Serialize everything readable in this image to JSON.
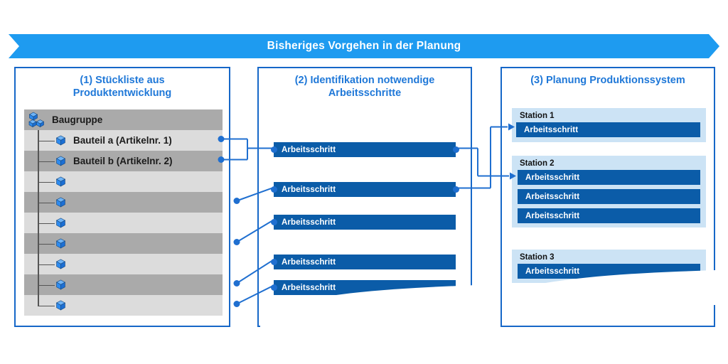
{
  "banner": {
    "title": "Bisheriges Vorgehen in der Planung",
    "color": "#1E9BF0",
    "text_color": "#FFFFFF"
  },
  "theme": {
    "panel_border": "#1667C8",
    "panel_title_color": "#1F78D8",
    "step_bar_color": "#0B5CA8",
    "station_card_color": "#CCE3F5",
    "connector_color": "#1F6FD0",
    "row_dark": "#AAAAAA",
    "row_light": "#DCDCDC",
    "cube_color": "#2E8BEF"
  },
  "panels": [
    {
      "id": "stueckliste",
      "title": "(1) Stückliste aus Produktentwicklung",
      "title_line1": "(1) Stückliste aus",
      "title_line2": "Produktentwicklung",
      "rows": [
        {
          "label": "Baugruppe",
          "icon": "assembly-cube-icon",
          "level": 0,
          "shade": "dark"
        },
        {
          "label": "Bauteil a (Artikelnr. 1)",
          "icon": "cube-icon",
          "level": 1,
          "shade": "light"
        },
        {
          "label": "Bauteil b (Artikelnr. 2)",
          "icon": "cube-icon",
          "level": 1,
          "shade": "dark"
        },
        {
          "label": "",
          "icon": "cube-icon",
          "level": 1,
          "shade": "light"
        },
        {
          "label": "",
          "icon": "cube-icon",
          "level": 1,
          "shade": "dark"
        },
        {
          "label": "",
          "icon": "cube-icon",
          "level": 1,
          "shade": "light"
        },
        {
          "label": "",
          "icon": "cube-icon",
          "level": 1,
          "shade": "dark"
        },
        {
          "label": "",
          "icon": "cube-icon",
          "level": 1,
          "shade": "light"
        },
        {
          "label": "",
          "icon": "cube-icon",
          "level": 1,
          "shade": "dark"
        },
        {
          "label": "",
          "icon": "cube-icon",
          "level": 1,
          "shade": "light"
        }
      ]
    },
    {
      "id": "arbeitsschritte",
      "title": "(2) Identifikation notwendige Arbeitsschritte",
      "title_line1": "(2) Identifikation notwendige",
      "title_line2": "Arbeitsschritte",
      "steps": [
        {
          "label": "Arbeitsschritt",
          "has_input_dot": true,
          "has_output_dot": true,
          "truncated": false
        },
        {
          "label": "Arbeitsschritt",
          "has_input_dot": true,
          "has_output_dot": true,
          "truncated": false
        },
        {
          "label": "Arbeitsschritt",
          "has_input_dot": true,
          "has_output_dot": false,
          "truncated": false
        },
        {
          "label": "Arbeitsschritt",
          "has_input_dot": true,
          "has_output_dot": false,
          "truncated": false
        },
        {
          "label": "Arbeitsschritt",
          "has_input_dot": true,
          "has_output_dot": false,
          "truncated": true
        }
      ]
    },
    {
      "id": "produktionssystem",
      "title": "(3) Planung Produktionssystem",
      "title_line1": "(3) Planung Produktionssystem",
      "title_line2": "",
      "stations": [
        {
          "name": "Station 1",
          "steps": [
            {
              "label": "Arbeitsschritt",
              "has_arrow": true,
              "truncated": false
            }
          ]
        },
        {
          "name": "Station 2",
          "steps": [
            {
              "label": "Arbeitsschritt",
              "has_arrow": true,
              "truncated": false
            },
            {
              "label": "Arbeitsschritt",
              "has_arrow": false,
              "truncated": false
            },
            {
              "label": "Arbeitsschritt",
              "has_arrow": false,
              "truncated": false
            }
          ]
        },
        {
          "name": "Station 3",
          "steps": [
            {
              "label": "Arbeitsschritt",
              "has_arrow": false,
              "truncated": true
            }
          ]
        }
      ]
    }
  ]
}
